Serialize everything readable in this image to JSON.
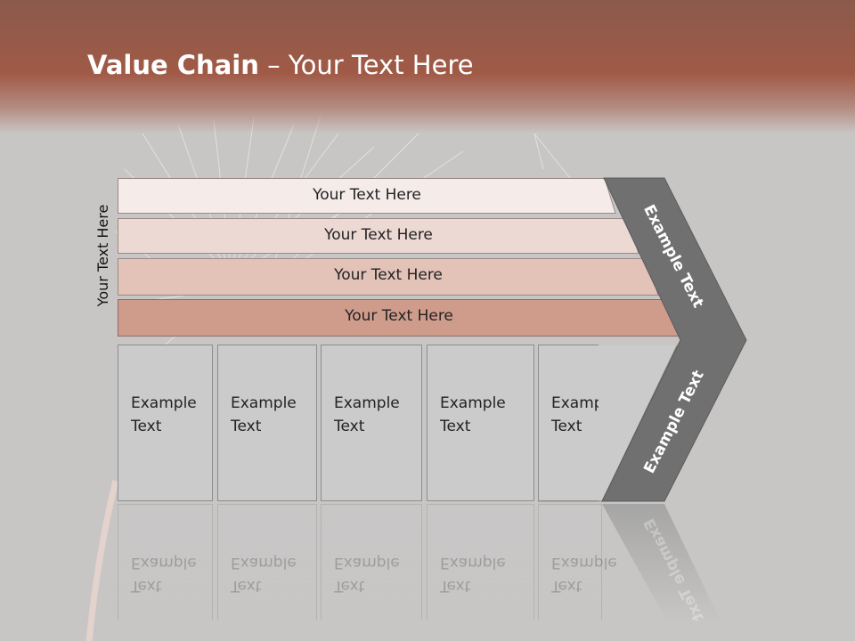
{
  "title": {
    "bold": "Value Chain",
    "rest": " – Your Text Here"
  },
  "side_label": "Your Text Here",
  "rows": [
    {
      "label": "Your Text Here",
      "color": "#f5ecea"
    },
    {
      "label": "Your Text Here",
      "color": "#edd9d4"
    },
    {
      "label": "Your Text Here",
      "color": "#e3c2b8"
    },
    {
      "label": "Your Text Here",
      "color": "#cf9c8c"
    }
  ],
  "columns": [
    {
      "line1": "Example",
      "line2": "Text"
    },
    {
      "line1": "Example",
      "line2": "Text"
    },
    {
      "line1": "Example",
      "line2": "Text"
    },
    {
      "line1": "Example",
      "line2": "Text"
    },
    {
      "line1": "Example",
      "line2": "Text"
    }
  ],
  "chevron": {
    "upper": "Example Text",
    "lower": "Example Text",
    "color": "#707070"
  },
  "colors": {
    "header": "#a05a46",
    "background": "#c8c6c5"
  }
}
